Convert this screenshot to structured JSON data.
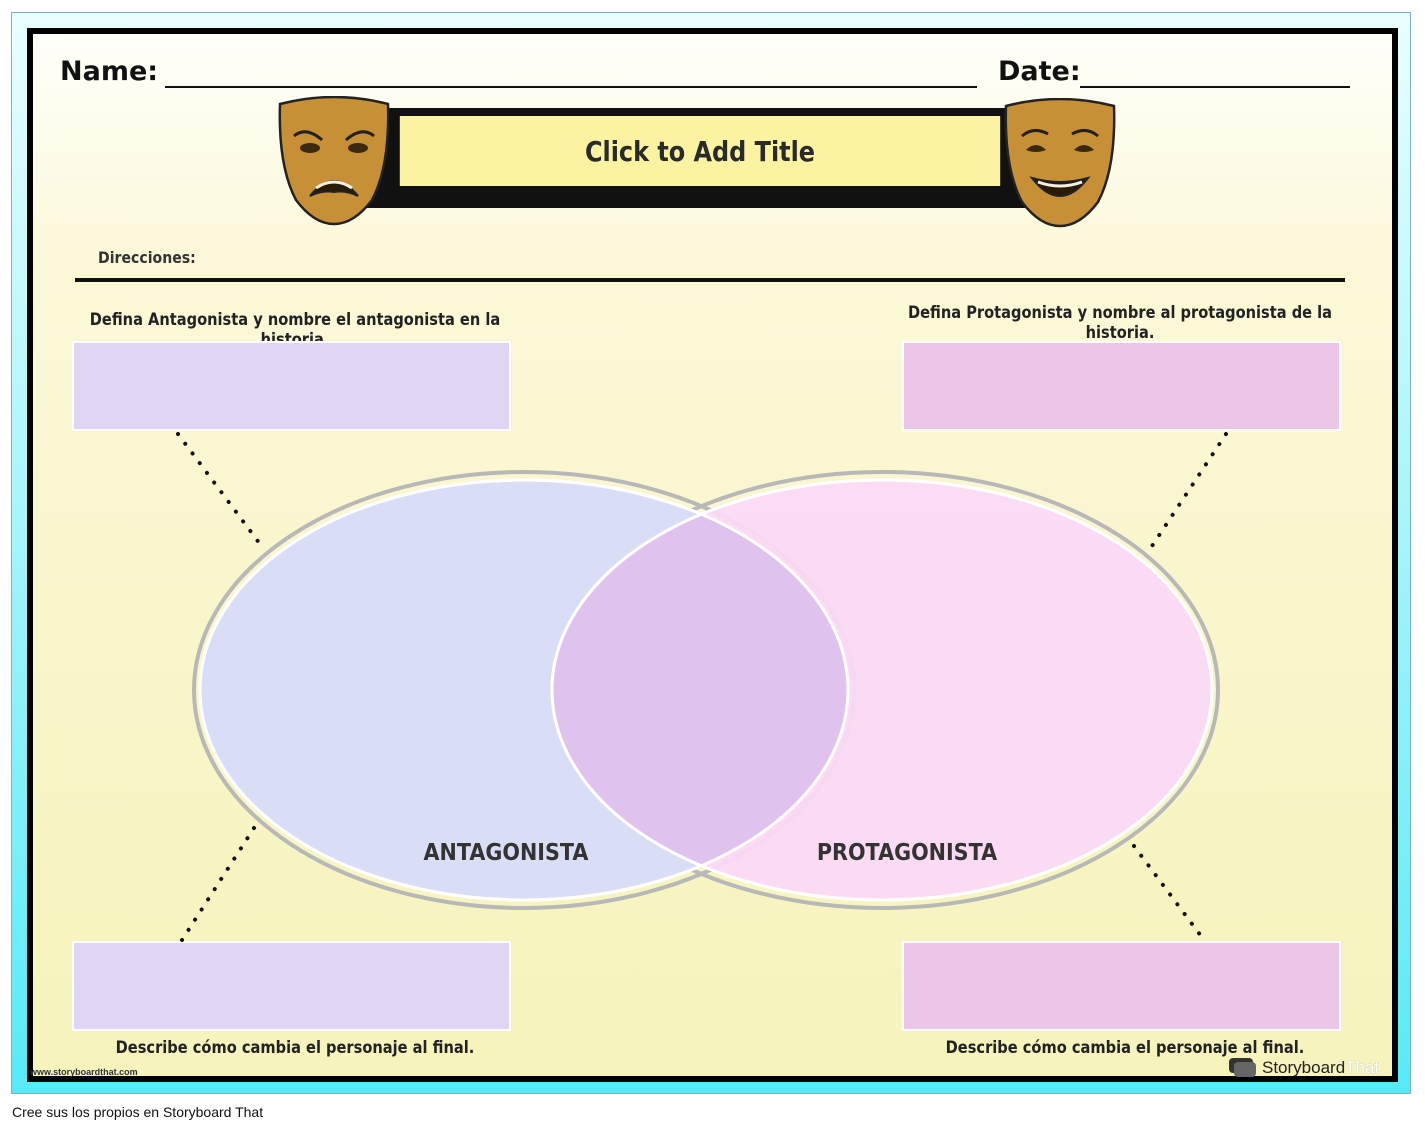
{
  "header": {
    "name_label": "Name:",
    "date_label": "Date:"
  },
  "title": "Click to Add Title",
  "directions_label": "Direcciones:",
  "prompts": {
    "antagonist_define": "Defina Antagonista y nombre el antagonista en la historia.",
    "protagonist_define": "Defina Protagonista y nombre al protagonista de la historia.",
    "antagonist_change": "Describe cómo cambia el personaje al final.",
    "protagonist_change": "Describe cómo cambia el personaje al final."
  },
  "venn": {
    "left_label": "ANTAGONISTA",
    "right_label": "PROTAGONISTA",
    "left_color": "#d9ddf6",
    "right_color": "#fcdaf7",
    "overlap_color": "#e0c2ef"
  },
  "watermark": {
    "url": "www.storyboardthat.com",
    "brand_1": "Storyboard",
    "brand_2": "That"
  },
  "footer": "Cree sus los propios en Storyboard That"
}
